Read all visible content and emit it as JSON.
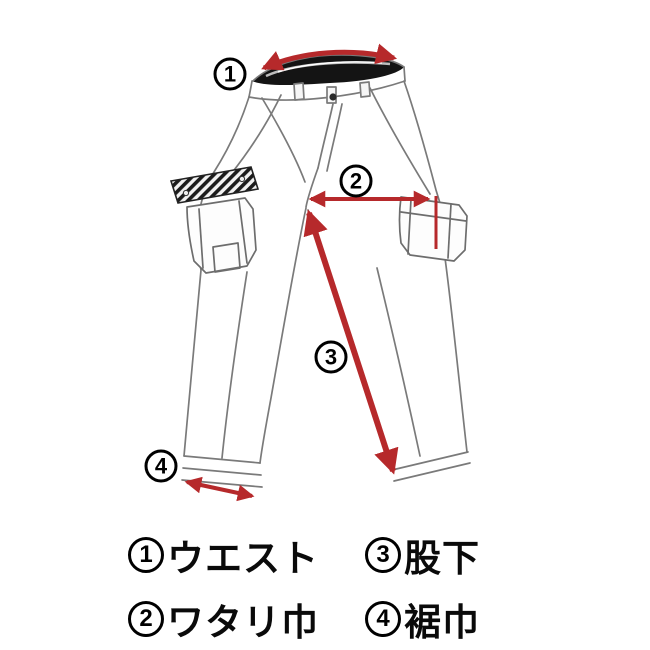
{
  "diagram": {
    "subject": "pants-measurement-guide",
    "measurements": [
      {
        "num": "1",
        "label": "ウエスト",
        "name": "waist"
      },
      {
        "num": "2",
        "label": "ワタリ巾",
        "name": "thigh-width"
      },
      {
        "num": "3",
        "label": "股下",
        "name": "inseam"
      },
      {
        "num": "4",
        "label": "裾巾",
        "name": "hem-width"
      }
    ],
    "colors": {
      "arrow": "#b6292b",
      "outline": "#7a7a7a",
      "dark": "#141414"
    }
  }
}
